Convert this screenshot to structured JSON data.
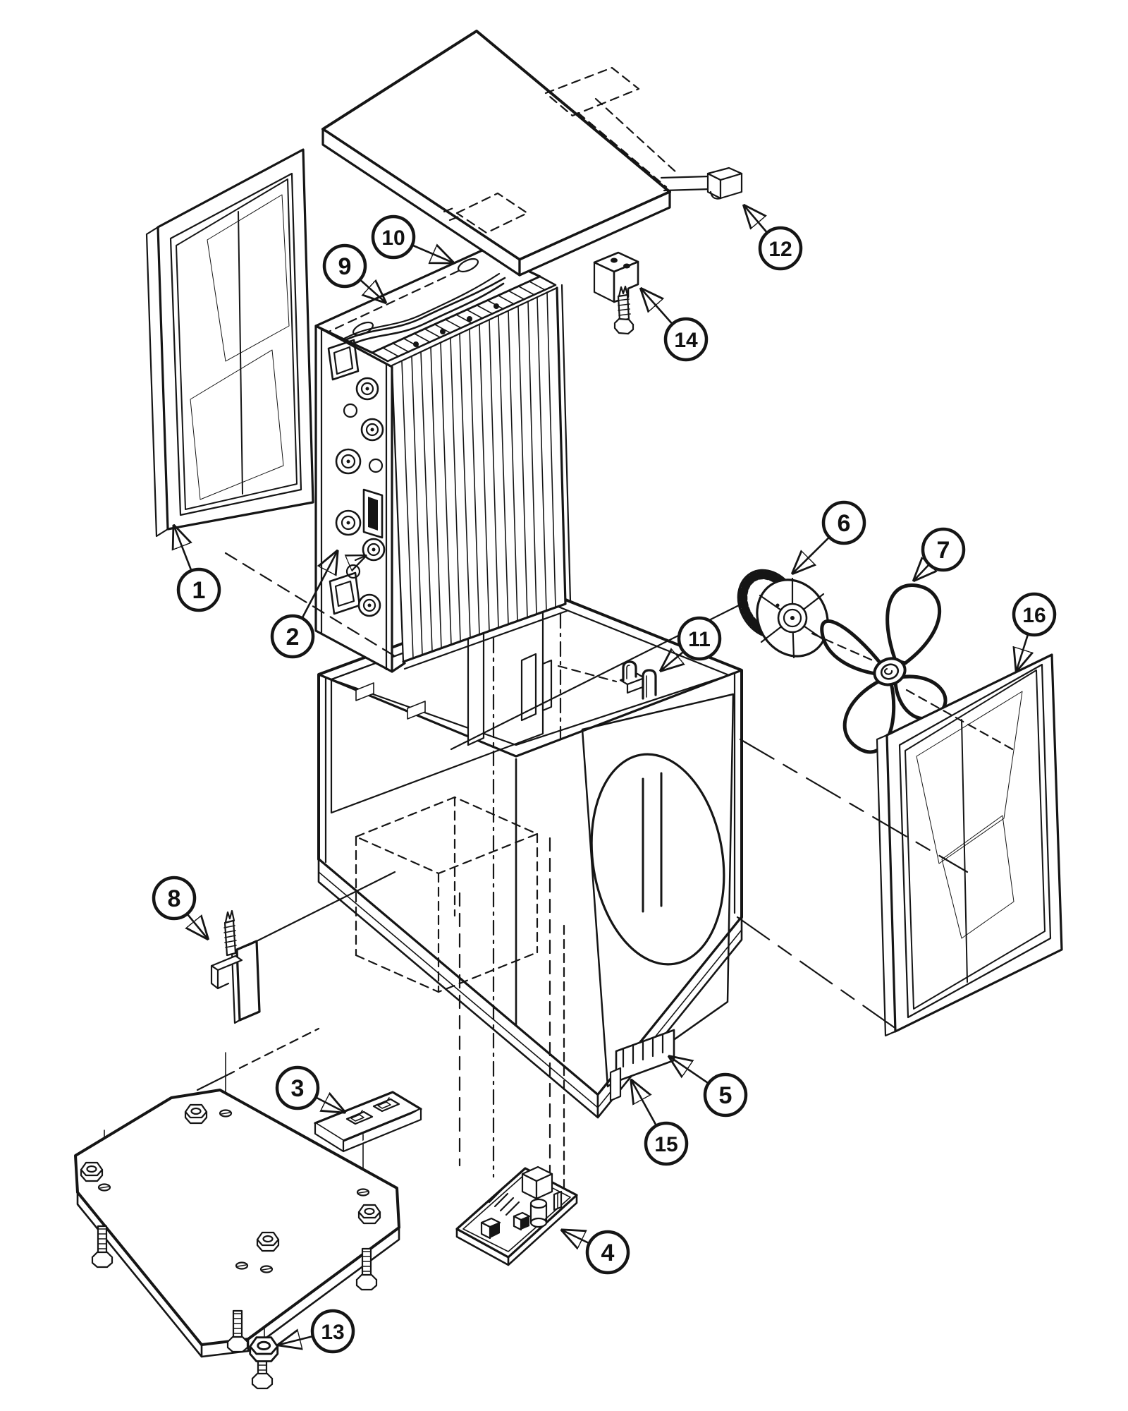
{
  "callouts": [
    {
      "label": "1"
    },
    {
      "label": "2"
    },
    {
      "label": "3"
    },
    {
      "label": "4"
    },
    {
      "label": "5"
    },
    {
      "label": "6"
    },
    {
      "label": "7"
    },
    {
      "label": "8"
    },
    {
      "label": "9"
    },
    {
      "label": "10"
    },
    {
      "label": "11"
    },
    {
      "label": "12"
    },
    {
      "label": "13"
    },
    {
      "label": "14"
    },
    {
      "label": "15"
    },
    {
      "label": "16"
    }
  ],
  "colors": {
    "line": "#151515",
    "mesh_fill": "#d9d9d9",
    "wall_gray": "#b4b4b4",
    "orifice_gray": "#a8a8a8",
    "background": "#ffffff"
  }
}
